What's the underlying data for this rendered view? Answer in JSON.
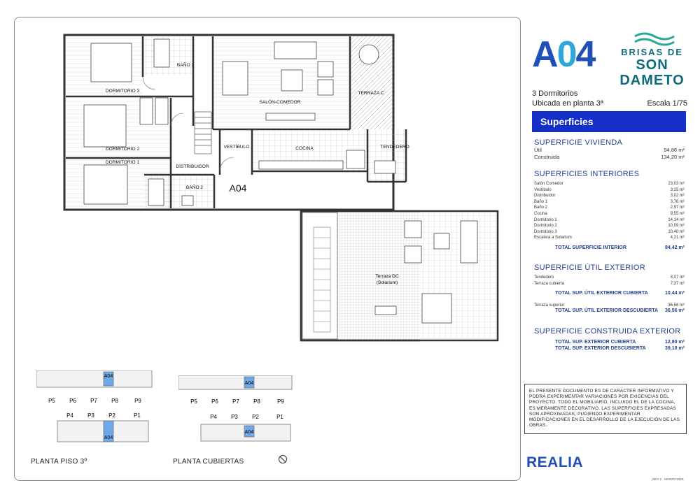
{
  "unit_code": "A04",
  "brand": {
    "line1": "BRISAS DE",
    "line2": "SON DAMETO"
  },
  "meta": {
    "bedrooms": "3 Dormitorios",
    "location": "Ubicada en planta 3ª",
    "scale": "Escala 1/75"
  },
  "superficies_title": "Superficies",
  "vivienda": {
    "title": "SUPERFICIE VIVIENDA",
    "rows": [
      {
        "k": "Útil",
        "v": "94,86 m²"
      },
      {
        "k": "Construida",
        "v": "134,20 m²"
      }
    ]
  },
  "interiores": {
    "title": "SUPERFICIES INTERIORES",
    "rows": [
      {
        "k": "Salón Comedor",
        "v": "23,03 m²"
      },
      {
        "k": "Vestíbulo",
        "v": "3,25 m²"
      },
      {
        "k": "Distribuidor",
        "v": "3,02 m²"
      },
      {
        "k": "Baño 1",
        "v": "3,76 m²"
      },
      {
        "k": "Baño 2",
        "v": "2,97 m²"
      },
      {
        "k": "Cocina",
        "v": "9,55 m²"
      },
      {
        "k": "Dormitorio 1",
        "v": "14,14 m²"
      },
      {
        "k": "Dormitorio 2",
        "v": "10,09 m²"
      },
      {
        "k": "Dormitorio 3",
        "v": "10,40 m²"
      },
      {
        "k": "Escalera a Solarium",
        "v": "4,21 m²"
      }
    ],
    "total": {
      "k": "TOTAL SUPERFICIE INTERIOR",
      "v": "84,42 m²"
    }
  },
  "util_exterior": {
    "title": "SUPERFICIE ÚTIL EXTERIOR",
    "rows": [
      {
        "k": "Tendedero",
        "v": "3,07 m²"
      },
      {
        "k": "Terraza cubierta",
        "v": "7,37 m²"
      }
    ],
    "total1": {
      "k": "TOTAL SUP. ÚTIL EXTERIOR CUBIERTA",
      "v": "10,44 m²"
    },
    "rows2": [
      {
        "k": "Terraza superior",
        "v": "36,56 m²"
      }
    ],
    "total2": {
      "k": "TOTAL SUP. ÚTIL EXTERIOR DESCUBIERTA",
      "v": "36,56 m²"
    }
  },
  "construida_exterior": {
    "title": "SUPERFICIE CONSTRUIDA EXTERIOR",
    "total1": {
      "k": "TOTAL SUP. EXTERIOR CUBIERTA",
      "v": "12,80 m²"
    },
    "total2": {
      "k": "TOTAL SUP. EXTERIOR DESCUBIERTA",
      "v": "39,10 m²"
    }
  },
  "note": "EL PRESENTE DOCUMENTO ES DE CARACTER INFORMATIVO Y PODRÁ EXPERIMENTAR VARIACIONES POR EXIGENCIAS DEL PROYECTO. TODO EL MOBILIARIO, INCLUIDO EL DE LA COCINA, ES MERAMENTE DECORATIVO. LAS SUPERFICIES EXPRESADAS SON APROXIMADAS, PUDIENDO EXPERIMENTAR MODIFICACIONES EN EL DESARROLLO DE LA EJECUCIÓN DE LAS OBRAS.",
  "company": "REALIA",
  "revision": "REV 2 · MARZO 2018",
  "rooms": {
    "banyo1": "BAÑO 1",
    "salon": "SALÓN-COMEDOR",
    "dorm3": "DORMITORIO 3",
    "terrazaC": "TERRAZA C",
    "dorm2": "DORMITORIO 2",
    "vestibulo": "VESTÍBULO",
    "cocina": "COCINA",
    "tendedero": "TENDEDERO",
    "dorm1": "DORMITORIO 1",
    "distribuidor": "DISTRIBUIDOR",
    "banyo2": "BAÑO 2",
    "terrazaDC1": "Terraza DC",
    "terrazaDC2": "(Solarium)"
  },
  "keyplan_piso": {
    "top": [
      "P5",
      "P6",
      "P7",
      "P8",
      "P9"
    ],
    "bottom": [
      "P4",
      "P3",
      "P2",
      "P1"
    ],
    "label": "PLANTA PISO 3º"
  },
  "keyplan_cubiertas": {
    "top": [
      "P5",
      "P6",
      "P7",
      "P8",
      "P9"
    ],
    "bottom": [
      "P4",
      "P3",
      "P2",
      "P1"
    ],
    "label": "PLANTA CUBIERTAS"
  },
  "colors": {
    "brand_blue": "#1f4fb8",
    "bar_blue": "#1430c8",
    "highlight": "#6fa8e6",
    "wave": "#2aa79b"
  }
}
